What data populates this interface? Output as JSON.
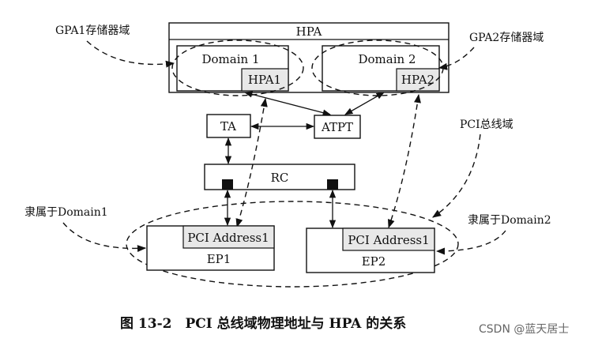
{
  "colors": {
    "line": "#111111",
    "shade": "#e8e8e8",
    "watermark": "#666666"
  },
  "labels": {
    "gpa1": "GPA1存储器域",
    "gpa2": "GPA2存储器域",
    "hpa": "HPA",
    "domain1": "Domain 1",
    "domain2": "Domain 2",
    "hpa1": "HPA1",
    "hpa2": "HPA2",
    "ta": "TA",
    "atpt": "ATPT",
    "pci_domain": "PCI总线域",
    "rc": "RC",
    "belongs1": "隶属于Domain1",
    "belongs2": "隶属于Domain2",
    "pci_addr1": "PCI Address1",
    "pci_addr2": "PCI Address1",
    "ep1": "EP1",
    "ep2": "EP2"
  },
  "caption": "图 13-2　PCI 总线域物理地址与 HPA 的关系",
  "watermark": "CSDN @蓝天居士"
}
